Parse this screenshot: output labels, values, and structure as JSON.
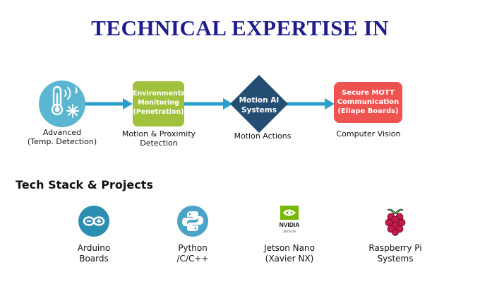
{
  "title": "TECHNICAL EXPERTISE IN",
  "flow": {
    "nodes": [
      {
        "id": "temp",
        "shape": "circle",
        "color": "#5bb6d1",
        "icon": "thermometer-snowflake-icon",
        "caption": [
          "Advanced",
          "(Temp. Detection)"
        ]
      },
      {
        "id": "env",
        "shape": "rounded-square",
        "color": "#a0c13c",
        "label": [
          "Environmental",
          "Monitoring",
          "(Penetration)"
        ],
        "caption": [
          "Motion & Proximity",
          "Detection"
        ]
      },
      {
        "id": "motion",
        "shape": "diamond",
        "color": "#234e71",
        "label": [
          "Motion AI",
          "Systems"
        ],
        "caption": [
          "Motion Actions"
        ]
      },
      {
        "id": "mqtt",
        "shape": "rounded-rect",
        "color": "#ef5350",
        "label": [
          "Secure MOTT",
          "Communication",
          "(Eliape Boards)"
        ],
        "caption": [
          "Computer Vision"
        ]
      }
    ],
    "arrow_color": "#2a9fc9"
  },
  "tech_heading": "Tech Stack & Projects",
  "tech": [
    {
      "icon": "arduino-icon",
      "label": [
        "Arduino",
        "Boards"
      ]
    },
    {
      "icon": "python-icon",
      "label": [
        "Python",
        "/C/C++"
      ]
    },
    {
      "icon": "nvidia-jetson-icon",
      "label": [
        "Jetson Nano",
        "(Xavier NX)"
      ],
      "icon_text": [
        "NVIDIA",
        "JETSON"
      ]
    },
    {
      "icon": "raspberry-pi-icon",
      "label": [
        "Raspberry Pi",
        "Systems"
      ]
    }
  ]
}
